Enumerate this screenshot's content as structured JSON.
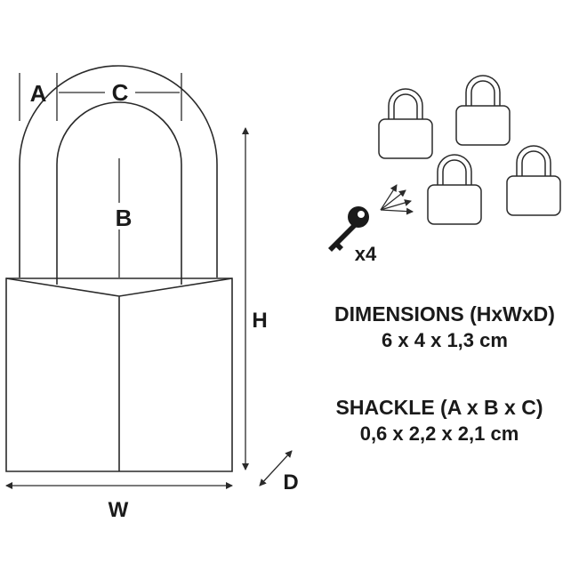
{
  "labels": {
    "a": "A",
    "b": "B",
    "c": "C",
    "h": "H",
    "w": "W",
    "d": "D"
  },
  "keys": {
    "count_label": "x4"
  },
  "specs": {
    "dimensions_title": "DIMENSIONS (HxWxD)",
    "dimensions_value": "6 x 4 x 1,3 cm",
    "shackle_title": "SHACKLE (A x B x C)",
    "shackle_value": "0,6 x 2,2 x 2,1 cm"
  },
  "padlock_count": 4,
  "colors": {
    "line": "#2a2a2a",
    "text": "#1a1a1a",
    "background": "#ffffff"
  }
}
